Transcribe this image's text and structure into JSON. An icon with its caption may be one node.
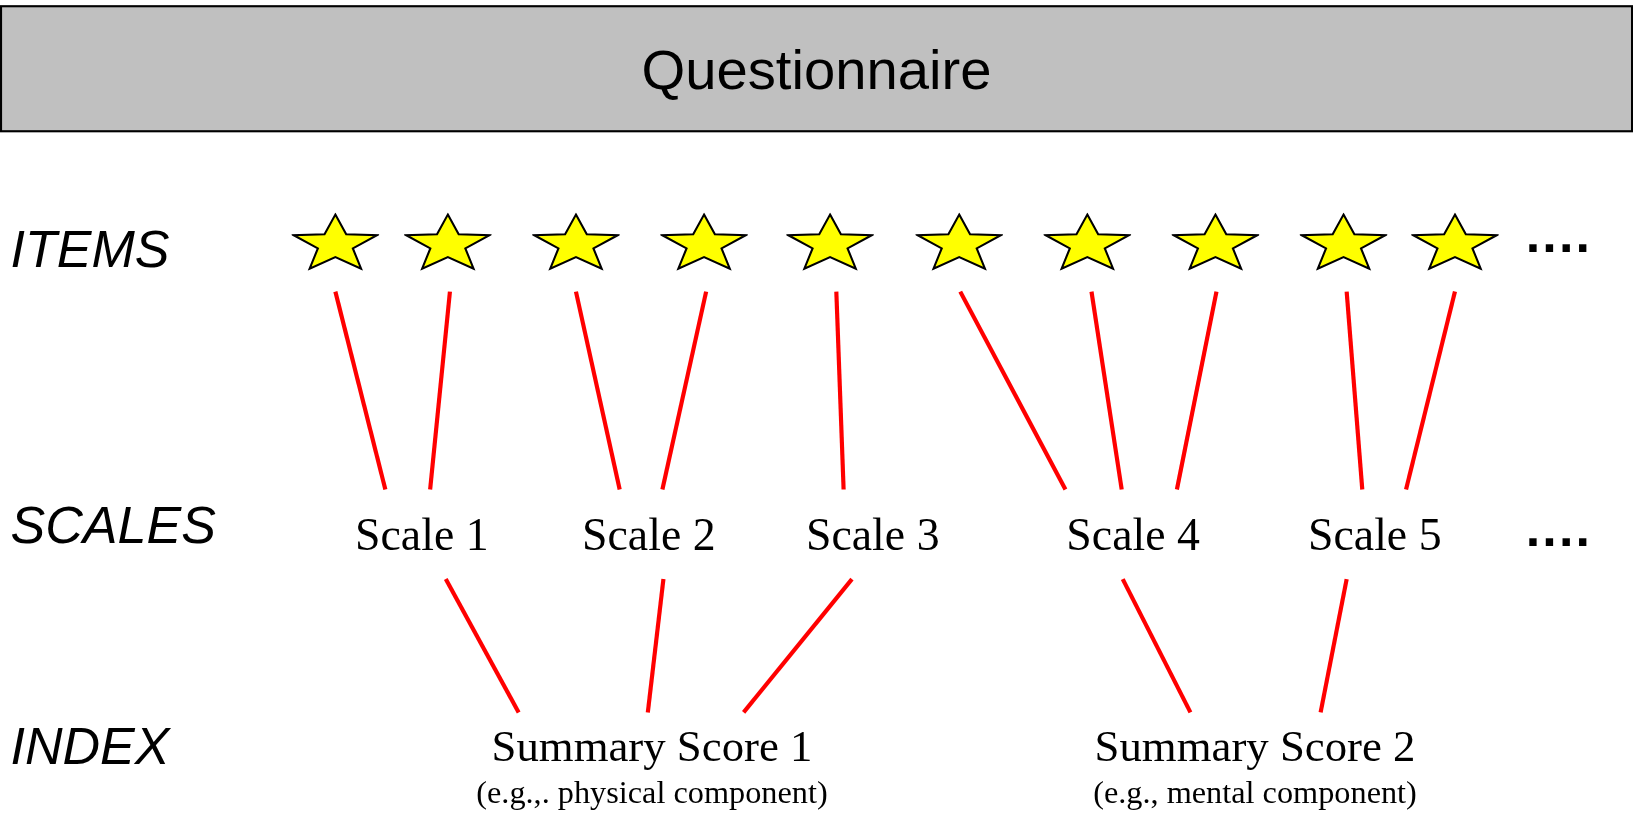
{
  "diagram": {
    "nodes": [
      {
        "text": [
          "Questionnaire"
        ]
      },
      {
        "text": [],
        "shape": "star"
      },
      {
        "text": [],
        "shape": "star"
      },
      {
        "text": [],
        "shape": "star"
      },
      {
        "text": [],
        "shape": "star"
      },
      {
        "text": [],
        "shape": "star"
      },
      {
        "text": [],
        "shape": "star"
      },
      {
        "text": [],
        "shape": "star"
      },
      {
        "text": [],
        "shape": "star"
      },
      {
        "text": [],
        "shape": "star"
      },
      {
        "text": [],
        "shape": "star"
      },
      {
        "text": [
          "Scale 1"
        ]
      },
      {
        "text": [
          "Scale 2"
        ]
      },
      {
        "text": [
          "Scale 3"
        ]
      },
      {
        "text": [
          "Scale 4"
        ]
      },
      {
        "text": [
          "Scale 5"
        ]
      },
      {
        "text": [
          "Summary Score 1",
          "(e.g.,. physical component)"
        ]
      },
      {
        "text": [
          "Summary Score 2",
          "(e.g., mental component)"
        ]
      }
    ],
    "edges": [
      {
        "from": 1,
        "to": 11,
        "arrow": "none"
      },
      {
        "from": 2,
        "to": 11,
        "arrow": "none"
      },
      {
        "from": 3,
        "to": 12,
        "arrow": "none"
      },
      {
        "from": 4,
        "to": 12,
        "arrow": "none"
      },
      {
        "from": 5,
        "to": 13,
        "arrow": "none"
      },
      {
        "from": 6,
        "to": 14,
        "arrow": "none"
      },
      {
        "from": 7,
        "to": 14,
        "arrow": "none"
      },
      {
        "from": 8,
        "to": 14,
        "arrow": "none"
      },
      {
        "from": 9,
        "to": 15,
        "arrow": "none"
      },
      {
        "from": 10,
        "to": 15,
        "arrow": "none"
      },
      {
        "from": 11,
        "to": 16,
        "arrow": "none"
      },
      {
        "from": 12,
        "to": 16,
        "arrow": "none"
      },
      {
        "from": 13,
        "to": 16,
        "arrow": "none"
      },
      {
        "from": 14,
        "to": 17,
        "arrow": "none"
      },
      {
        "from": 15,
        "to": 17,
        "arrow": "none"
      }
    ],
    "labels": [
      "ITEMS",
      "....",
      "SCALES",
      "....",
      "INDEX"
    ]
  }
}
